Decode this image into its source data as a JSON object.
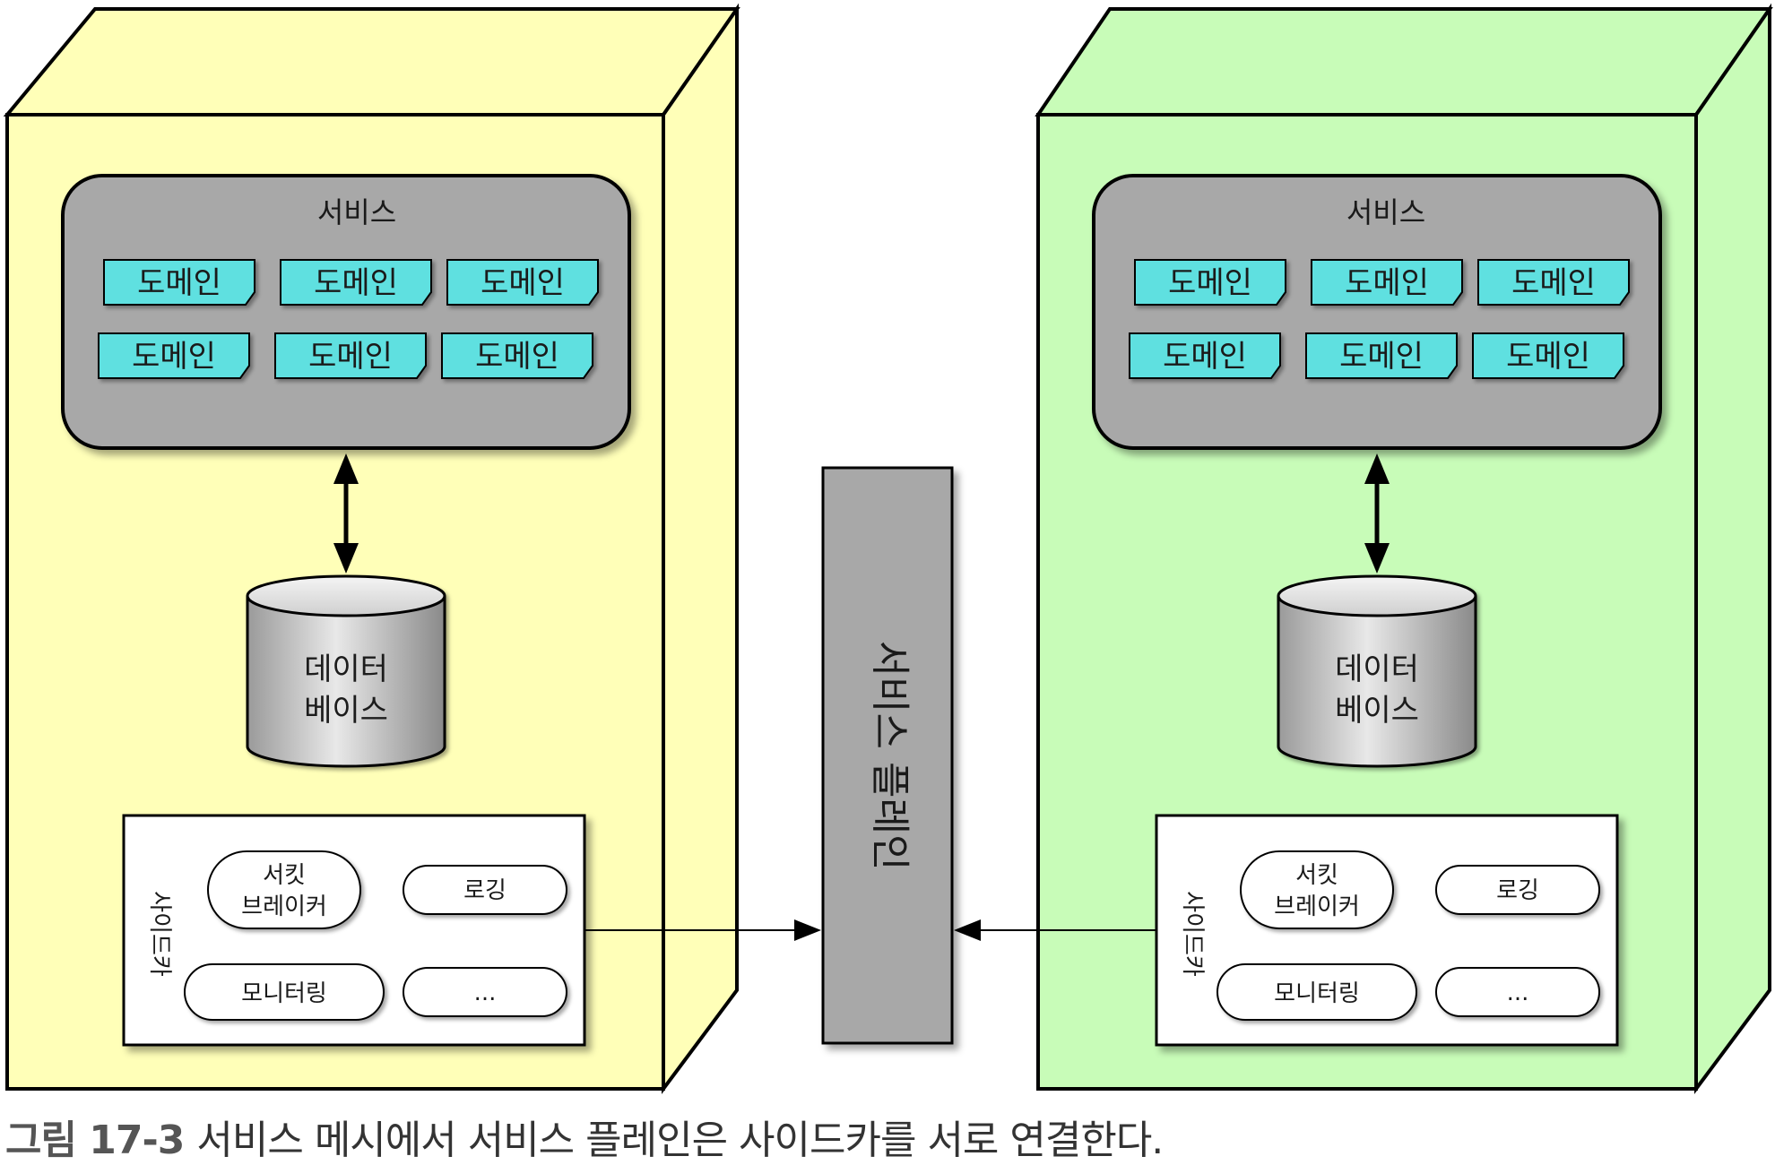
{
  "colors": {
    "node_left": "#ffffb8",
    "node_right": "#c8fcb8",
    "service_panel": "#a8a8a8",
    "domain_box": "#5ee0e0",
    "control_plane": "#a8a8a8",
    "database": "#c0c0c0"
  },
  "left_node": {
    "service_label": "서비스",
    "domains": [
      "도메인",
      "도메인",
      "도메인",
      "도메인",
      "도메인",
      "도메인"
    ],
    "database_label": [
      "데이터",
      "베이스"
    ],
    "sidecar_label": "사이드카",
    "sidecar_items": [
      {
        "lines": [
          "서킷",
          "브레이커"
        ]
      },
      {
        "lines": [
          "로깅"
        ]
      },
      {
        "lines": [
          "모니터링"
        ]
      },
      {
        "lines": [
          "..."
        ]
      }
    ]
  },
  "right_node": {
    "service_label": "서비스",
    "domains": [
      "도메인",
      "도메인",
      "도메인",
      "도메인",
      "도메인",
      "도메인"
    ],
    "database_label": [
      "데이터",
      "베이스"
    ],
    "sidecar_label": "사이드카",
    "sidecar_items": [
      {
        "lines": [
          "서킷",
          "브레이커"
        ]
      },
      {
        "lines": [
          "로깅"
        ]
      },
      {
        "lines": [
          "모니터링"
        ]
      },
      {
        "lines": [
          "..."
        ]
      }
    ]
  },
  "control_plane": {
    "label": "서비스 플레인"
  },
  "caption": {
    "number": "그림 17-3",
    "text": "서비스 메시에서 서비스 플레인은 사이드카를 서로 연결한다."
  }
}
